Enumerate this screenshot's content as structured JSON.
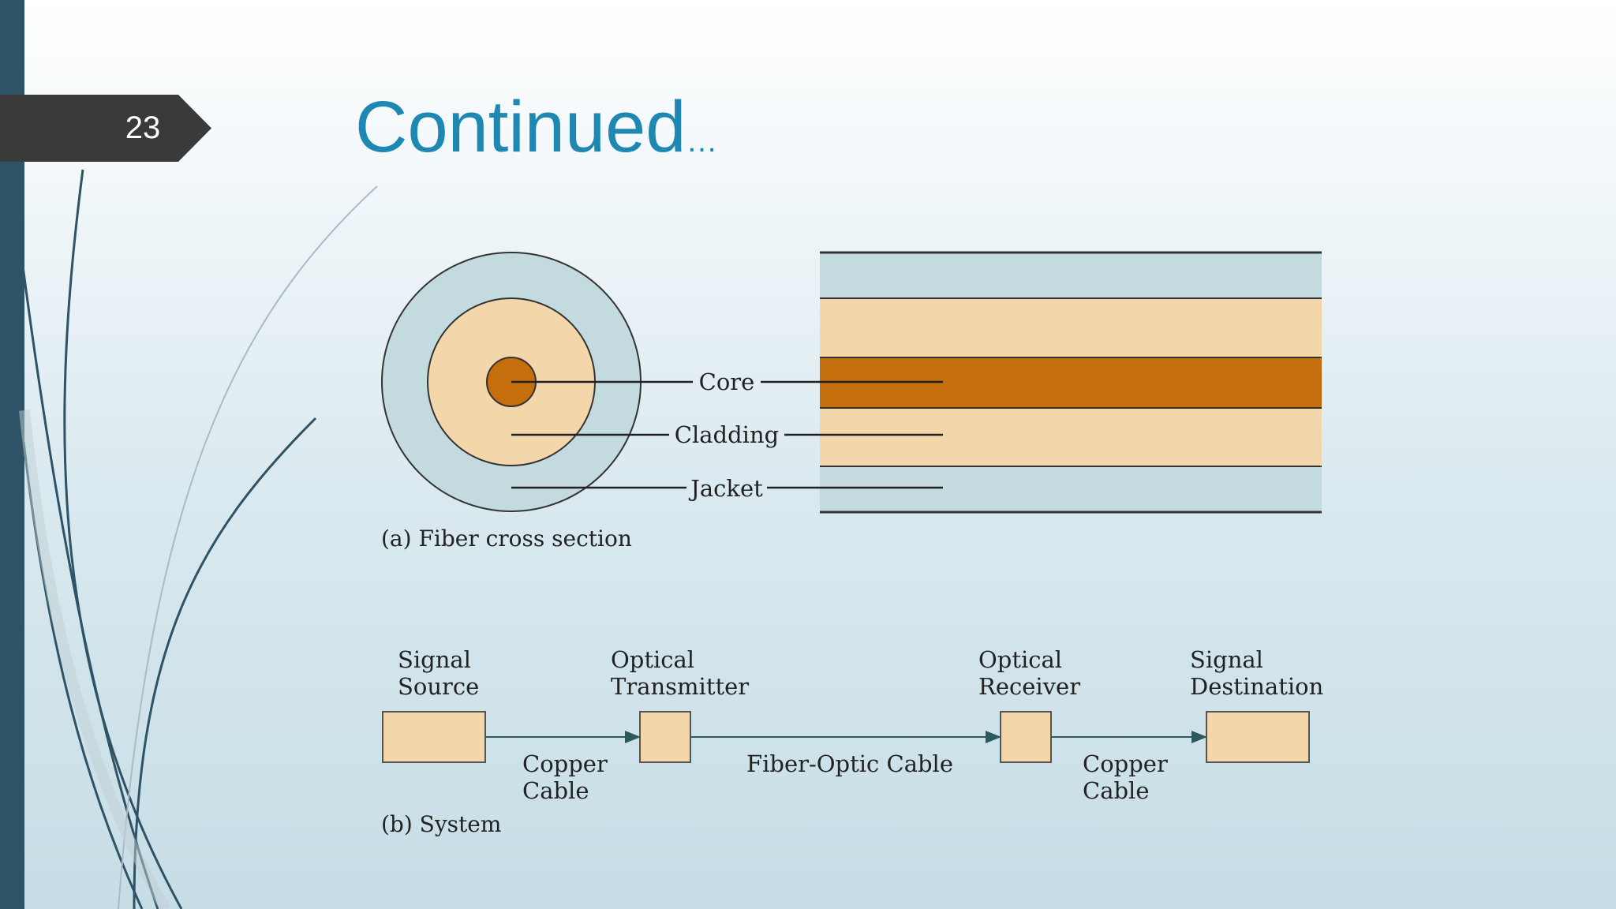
{
  "slide": {
    "number": "23",
    "title": "Continued",
    "title_suffix": "…"
  },
  "fiber_cross_section": {
    "labels": {
      "core": "Core",
      "cladding": "Cladding",
      "jacket": "Jacket"
    },
    "caption": "(a) Fiber cross section"
  },
  "system": {
    "blocks": [
      {
        "line1": "Signal",
        "line2": "Source"
      },
      {
        "line1": "Optical",
        "line2": "Transmitter"
      },
      {
        "line1": "Optical",
        "line2": "Receiver"
      },
      {
        "line1": "Signal",
        "line2": "Destination"
      }
    ],
    "links": [
      {
        "line1": "Copper",
        "line2": "Cable"
      },
      {
        "line1": "Fiber-Optic Cable",
        "line2": ""
      },
      {
        "line1": "Copper",
        "line2": "Cable"
      }
    ],
    "caption": "(b) System"
  },
  "colors": {
    "accent": "#1e88b3",
    "sidebar": "#2e5266",
    "tab": "#3a3a3a",
    "core": "#c46e0e",
    "cladding": "#f4d6ab",
    "jacket": "#c3dadf"
  }
}
